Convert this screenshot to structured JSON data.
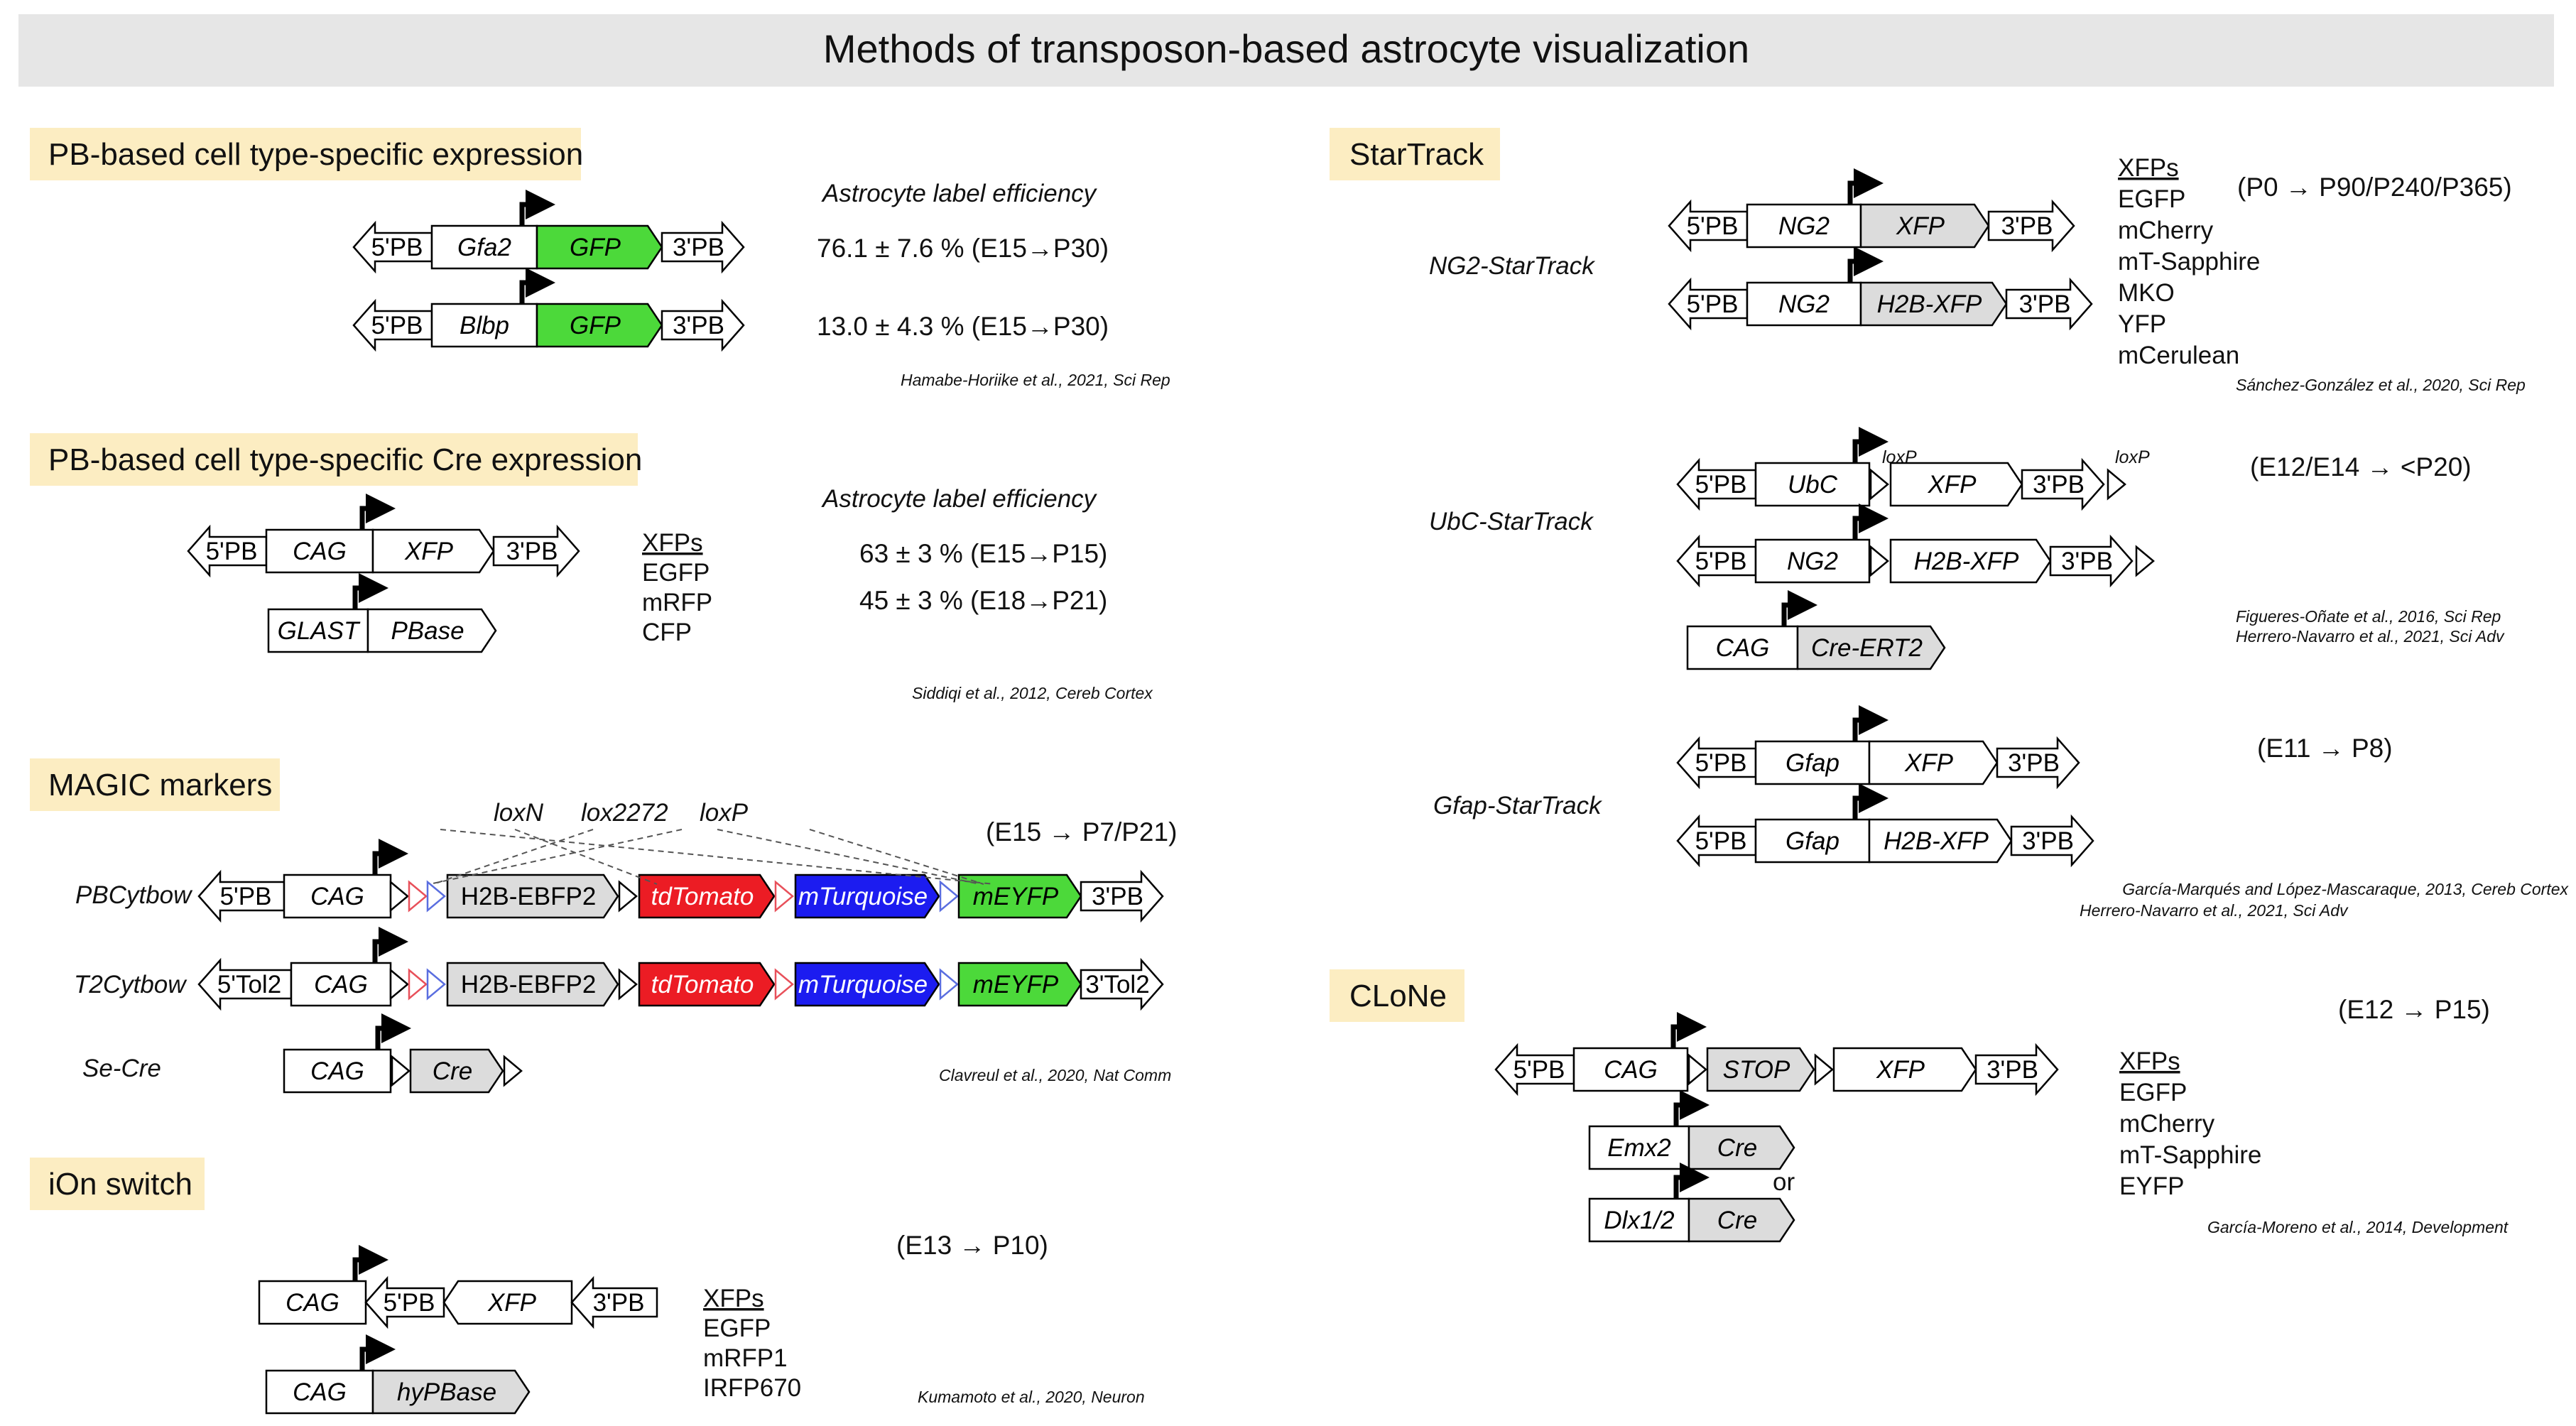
{
  "title": "Methods of transposon-based astrocyte visualization",
  "colors": {
    "header_bg": "#e6e6e6",
    "section_bg": "#fcedc2",
    "green": "#4cd93a",
    "red": "#ec1c24",
    "blue": "#1c1cf0",
    "grey": "#dcdcdc",
    "lox_red": "#e8505a",
    "lox_blue": "#5a6ee0"
  },
  "pb_specific": {
    "heading": "PB-based cell type-specific expression",
    "eff_title": "Astrocyte label efficiency",
    "constructs": [
      {
        "parts": [
          "5'PB",
          "Gfa2",
          "GFP",
          "3'PB"
        ],
        "efficiency": "76.1 ± 7.6 % (E15→P30)"
      },
      {
        "parts": [
          "5'PB",
          "Blbp",
          "GFP",
          "3'PB"
        ],
        "efficiency": "13.0 ± 4.3 % (E15→P30)"
      }
    ],
    "ref": "Hamabe-Horiike et al., 2021, Sci Rep"
  },
  "pb_cre": {
    "heading": "PB-based cell type-specific Cre expression",
    "eff_title": "Astrocyte label efficiency",
    "construct1": [
      "5'PB",
      "CAG",
      "XFP",
      "3'PB"
    ],
    "construct2": [
      "GLAST",
      "PBase"
    ],
    "xfps": [
      "XFPs",
      "EGFP",
      "mRFP",
      "CFP"
    ],
    "efficiencies": [
      "63 ± 3 % (E15→P15)",
      "45 ± 3 % (E18→P21)"
    ],
    "ref": "Siddiqi et al., 2012, Cereb Cortex"
  },
  "magic": {
    "heading": "MAGIC markers",
    "lox_labels": [
      "loxN",
      "lox2272",
      "loxP"
    ],
    "timing": "(E15 → P7/P21)",
    "rows": [
      {
        "label": "PBCytbow",
        "parts": [
          "5'PB",
          "CAG",
          "H2B-EBFP2",
          "tdTomato",
          "mTurquoise",
          "mEYFP",
          "3'PB"
        ]
      },
      {
        "label": "T2Cytbow",
        "parts": [
          "5'Tol2",
          "CAG",
          "H2B-EBFP2",
          "tdTomato",
          "mTurquoise",
          "mEYFP",
          "3'Tol2"
        ]
      },
      {
        "label": "Se-Cre",
        "parts": [
          "CAG",
          "Cre"
        ]
      }
    ],
    "ref": "Clavreul et al., 2020, Nat Comm"
  },
  "ion": {
    "heading": "iOn switch",
    "timing": "(E13 → P10)",
    "construct1": [
      "CAG",
      "5'PB",
      "XFP",
      "3'PB"
    ],
    "construct2": [
      "CAG",
      "hyPBase"
    ],
    "xfps": [
      "XFPs",
      "EGFP",
      "mRFP1",
      "IRFP670"
    ],
    "ref": "Kumamoto et al., 2020, Neuron"
  },
  "startrack": {
    "heading": "StarTrack",
    "ng2": {
      "label": "NG2-StarTrack",
      "construct1": [
        "5'PB",
        "NG2",
        "XFP",
        "3'PB"
      ],
      "construct2": [
        "5'PB",
        "NG2",
        "H2B-XFP",
        "3'PB"
      ],
      "timing": "(P0 → P90/P240/P365)",
      "xfps": [
        "XFPs",
        "EGFP",
        "mCherry",
        "mT-Sapphire",
        "MKO",
        "YFP",
        "mCerulean"
      ],
      "ref": "Sánchez-González et al., 2020, Sci Rep"
    },
    "ubc": {
      "label": "UbC-StarTrack",
      "construct1": [
        "5'PB",
        "UbC",
        "XFP",
        "3'PB"
      ],
      "construct2": [
        "5'PB",
        "NG2",
        "H2B-XFP",
        "3'PB"
      ],
      "construct3": [
        "CAG",
        "Cre-ERT2"
      ],
      "lox": "loxP",
      "timing": "(E12/E14 → <P20)",
      "refs": [
        "Figueres-Oñate et al., 2016, Sci Rep",
        "Herrero-Navarro et al., 2021, Sci Adv"
      ]
    },
    "gfap": {
      "label": "Gfap-StarTrack",
      "construct1": [
        "5'PB",
        "Gfap",
        "XFP",
        "3'PB"
      ],
      "construct2": [
        "5'PB",
        "Gfap",
        "H2B-XFP",
        "3'PB"
      ],
      "timing": "(E11 → P8)",
      "refs": [
        "García-Marqués and López-Mascaraque, 2013, Cereb Cortex",
        "Herrero-Navarro et al., 2021, Sci Adv"
      ]
    }
  },
  "clone": {
    "heading": "CLoNe",
    "timing": "(E12 → P15)",
    "construct1": [
      "5'PB",
      "CAG",
      "STOP",
      "XFP",
      "3'PB"
    ],
    "construct2": [
      "Emx2",
      "Cre"
    ],
    "or": "or",
    "construct3": [
      "Dlx1/2",
      "Cre"
    ],
    "xfps": [
      "XFPs",
      "EGFP",
      "mCherry",
      "mT-Sapphire",
      "EYFP"
    ],
    "ref": "García-Moreno et al., 2014, Development"
  }
}
